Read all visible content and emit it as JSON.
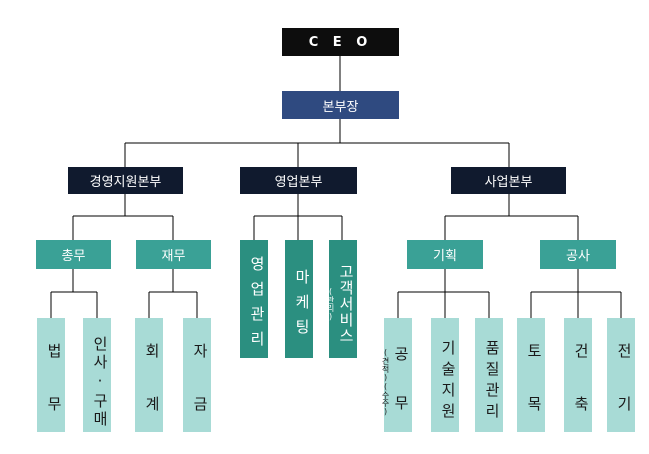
{
  "ceo": "C E O",
  "vp": "본부장",
  "divisions": [
    {
      "label": "경영지원본부"
    },
    {
      "label": "영업본부"
    },
    {
      "label": "사업본부"
    }
  ],
  "teams": [
    {
      "label": "총무"
    },
    {
      "label": "재무"
    },
    {
      "label": "기획"
    },
    {
      "label": "공사"
    }
  ],
  "units": [
    {
      "label": "법 무"
    },
    {
      "label": "인사·구매"
    },
    {
      "label": "회 계"
    },
    {
      "label": "자 금"
    },
    {
      "label": "영업관리"
    },
    {
      "label": "마케팅"
    },
    {
      "label": "고객서비스",
      "note": "(관리)"
    },
    {
      "label": "공 무",
      "note": "(견적)(수주)"
    },
    {
      "label": "기술지원"
    },
    {
      "label": "품질관리"
    },
    {
      "label": "토 목"
    },
    {
      "label": "건 축"
    },
    {
      "label": "전 기"
    }
  ],
  "colors": {
    "ceo": "#0d0d0d",
    "vp": "#2f4a80",
    "division": "#101a2e",
    "team": "#3aa196",
    "unit_dark": "#2b8f80",
    "unit_light": "#a8dbd6",
    "line": "#000000"
  }
}
